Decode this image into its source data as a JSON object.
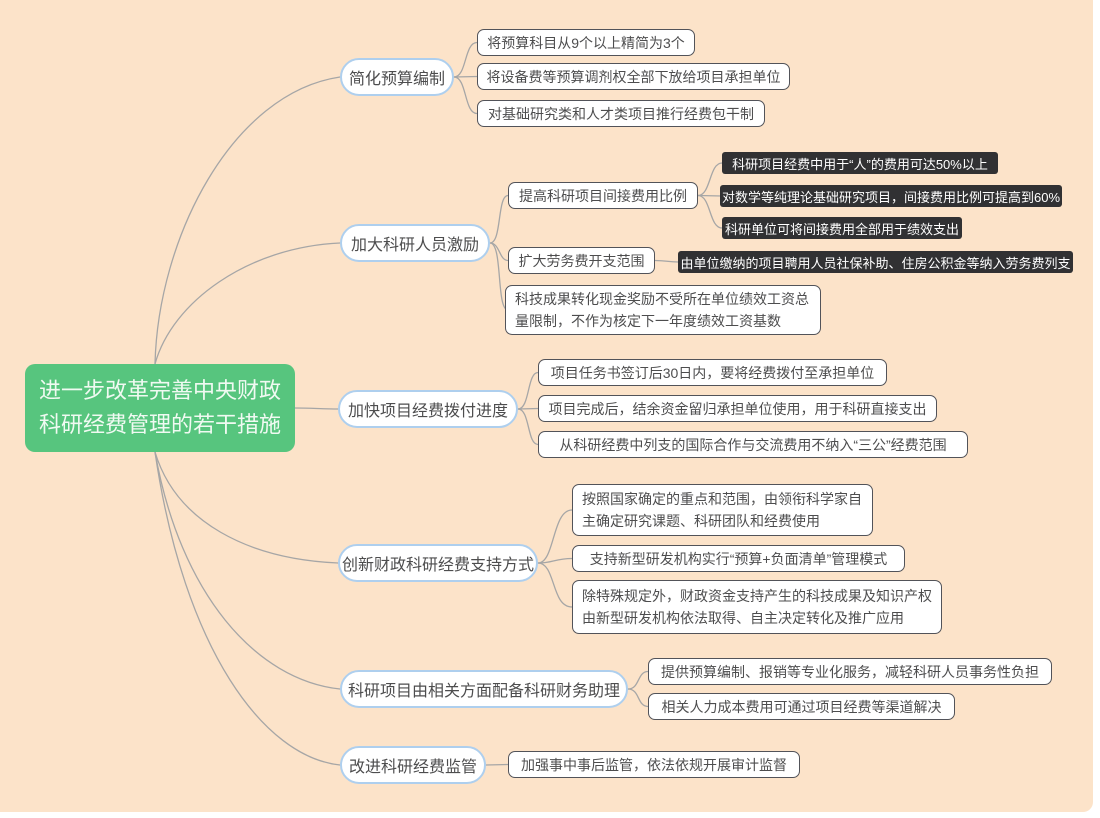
{
  "canvas": {
    "background_color": "#FCE3C9",
    "line_color": "#A6A6A6",
    "root_color": "#57C57E",
    "branch_border_color": "#AECFEE",
    "detail_box_color": "#313133"
  },
  "root": {
    "label": "进一步改革完善中央财政科研经费管理的若干措施"
  },
  "branches": [
    {
      "label": "简化预算编制",
      "children": [
        {
          "label": "将预算科目从9个以上精简为3个"
        },
        {
          "label": "将设备费等预算调剂权全部下放给项目承担单位"
        },
        {
          "label": "对基础研究类和人才类项目推行经费包干制"
        }
      ]
    },
    {
      "label": "加大科研人员激励",
      "children": [
        {
          "label": "提高科研项目间接费用比例",
          "children": [
            {
              "label": "科研项目经费中用于“人”的费用可达50%以上"
            },
            {
              "label": "对数学等纯理论基础研究项目，间接费用比例可提高到60%"
            },
            {
              "label": "科研单位可将间接费用全部用于绩效支出"
            }
          ]
        },
        {
          "label": "扩大劳务费开支范围",
          "children": [
            {
              "label": "由单位缴纳的项目聘用人员社保补助、住房公积金等纳入劳务费列支"
            }
          ]
        },
        {
          "label": "科技成果转化现金奖励不受所在单位绩效工资总量限制，不作为核定下一年度绩效工资基数"
        }
      ]
    },
    {
      "label": "加快项目经费拨付进度",
      "children": [
        {
          "label": "项目任务书签订后30日内，要将经费拨付至承担单位"
        },
        {
          "label": "项目完成后，结余资金留归承担单位使用，用于科研直接支出"
        },
        {
          "label": "从科研经费中列支的国际合作与交流费用不纳入“三公”经费范围"
        }
      ]
    },
    {
      "label": "创新财政科研经费支持方式",
      "children": [
        {
          "label": "按照国家确定的重点和范围，由领衔科学家自主确定研究课题、科研团队和经费使用"
        },
        {
          "label": "支持新型研发机构实行“预算+负面清单”管理模式"
        },
        {
          "label": "除特殊规定外，财政资金支持产生的科技成果及知识产权由新型研发机构依法取得、自主决定转化及推广应用"
        }
      ]
    },
    {
      "label": "科研项目由相关方面配备科研财务助理",
      "children": [
        {
          "label": "提供预算编制、报销等专业化服务，减轻科研人员事务性负担"
        },
        {
          "label": "相关人力成本费用可通过项目经费等渠道解决"
        }
      ]
    },
    {
      "label": "改进科研经费监管",
      "children": [
        {
          "label": "加强事中事后监管，依法依规开展审计监督"
        }
      ]
    }
  ]
}
